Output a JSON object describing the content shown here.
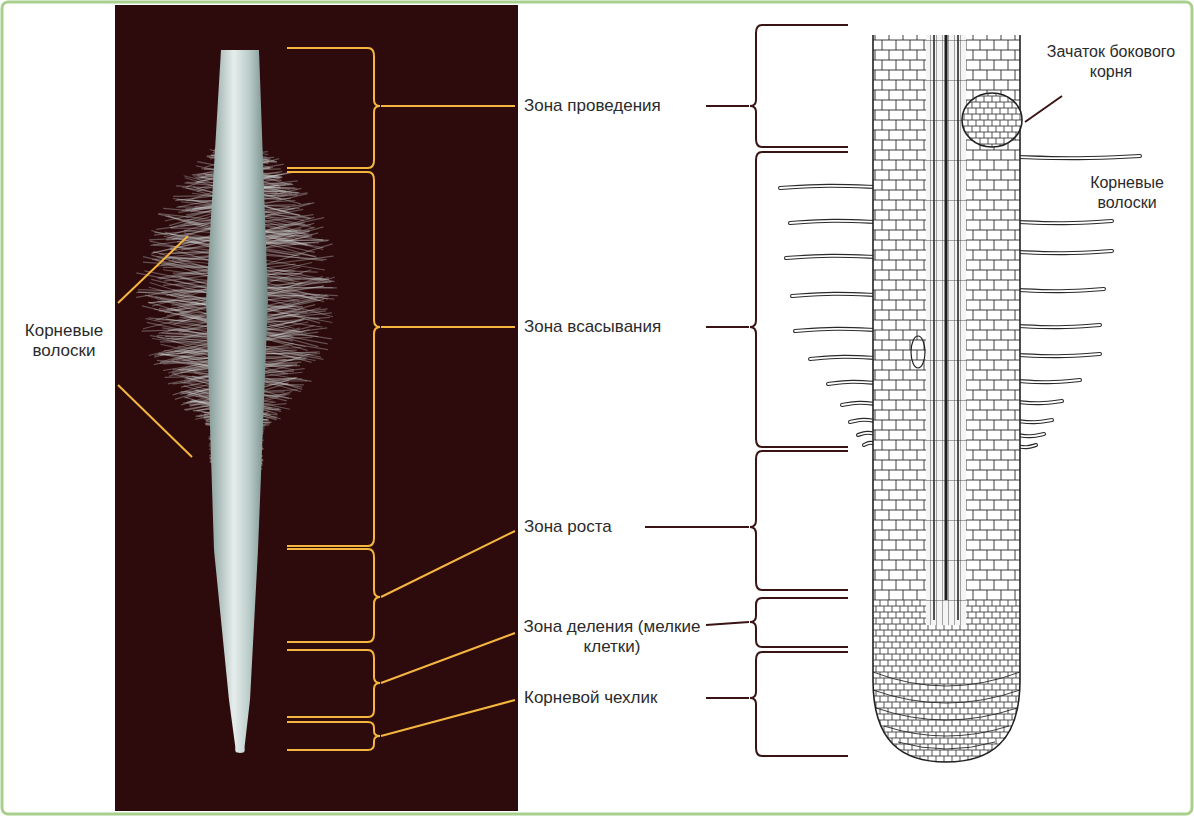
{
  "diagram": {
    "labels": [
      "Корневые волоски",
      "Зона проведения",
      "Зона всасывания",
      "Зона роста",
      "Зона деления (мелкие клетки)",
      "Корневой чехлик",
      "Зачаток бокового корня",
      "Корневые волоски"
    ]
  }
}
